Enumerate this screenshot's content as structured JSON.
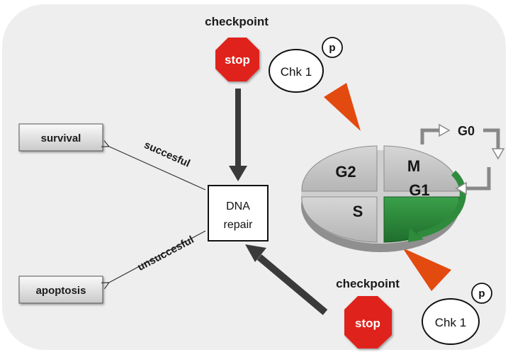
{
  "checkpoint_top": {
    "label": "checkpoint",
    "sign": "stop"
  },
  "checkpoint_bottom": {
    "label": "checkpoint",
    "sign": "stop"
  },
  "chk1_top": {
    "label": "Chk 1",
    "phospho": "p"
  },
  "chk1_bottom": {
    "label": "Chk 1",
    "phospho": "p"
  },
  "dna_repair": {
    "line1": "DNA",
    "line2": "repair"
  },
  "outcomes": {
    "survival": "survival",
    "apoptosis": "apoptosis"
  },
  "arrows": {
    "success": "succesful",
    "failure": "unsuccesful"
  },
  "cycle": {
    "g2": "G2",
    "m": "M",
    "s": "S",
    "g1": "G1",
    "g0": "G0"
  },
  "colors": {
    "stop_red": "#e0201b",
    "inhibition_orange": "#e34a10",
    "g1_green": "#2e8b3c",
    "background_panel": "#eeeeee"
  }
}
